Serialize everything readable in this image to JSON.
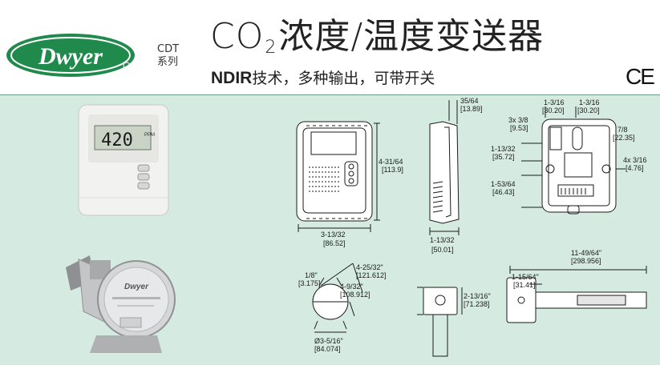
{
  "header": {
    "brand": "Dwyer",
    "series_code": "CDT",
    "series_label": "系列",
    "title_pre": "CO",
    "title_sub": "2",
    "title_post": "浓度/温度变送器",
    "subtitle_bold": "NDIR",
    "subtitle_rest": "技术，多种输出，可带开关",
    "cert_mark": "CE"
  },
  "product": {
    "display_reading": "420",
    "display_unit": "PPM",
    "duct_brand": "Dwyer"
  },
  "dimensions": {
    "front_height": "4-31/64",
    "front_height_mm": "[113.9]",
    "front_width": "3-13/32",
    "front_width_mm": "[86.52]",
    "side_top": "35/64",
    "side_top_mm": "[13.89]",
    "side_depth": "1-13/32",
    "side_depth_mm": "[50.01]",
    "back_a": "1-3/16",
    "back_a_mm": "[30.20]",
    "back_b": "1-3/16",
    "back_b_mm": "[30.20]",
    "back_conduit": "3x 3/8",
    "back_conduit_mm": "[9.53]",
    "back_right": "7/8",
    "back_right_mm": "[22.35]",
    "back_left1": "1-13/32",
    "back_left1_mm": "[35.72]",
    "back_holes": "4x 3/16",
    "back_holes_mm": "[4.76]",
    "back_left2": "1-53/64",
    "back_left2_mm": "[46.43]",
    "duct_pipe": "1/8\"",
    "duct_pipe_mm": "[3.175]",
    "duct_outer": "4-25/32\"",
    "duct_outer_mm": "[121.612]",
    "duct_inner": "4-9/32\"",
    "duct_inner_mm": "[108.912]",
    "duct_dia": "Ø3-5/16\"",
    "duct_dia_mm": "[84.074]",
    "duct_side": "2-13/16\"",
    "duct_side_mm": "[71.238]",
    "probe_length": "11-49/64\"",
    "probe_length_mm": "[298.956]",
    "probe_head": "1-15/64\"",
    "probe_head_mm": "[31.41]"
  }
}
